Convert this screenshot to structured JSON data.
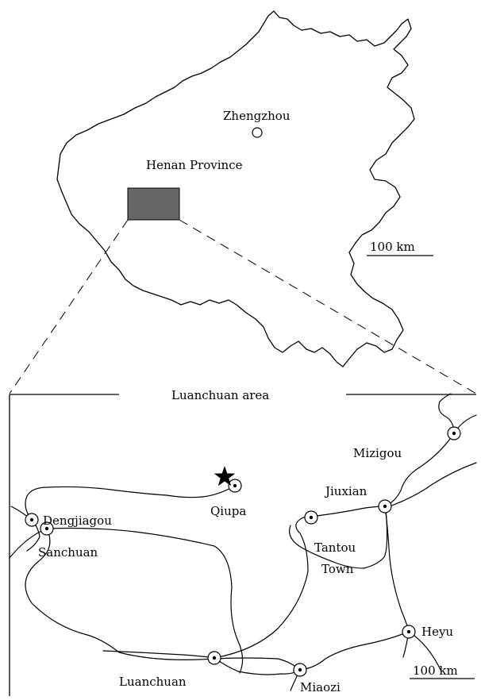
{
  "province_map": {
    "province_label": "Henan Province",
    "capital_label": "Zhengzhou",
    "scale_label": "100 km",
    "study_area_fill": "#666666"
  },
  "detail_map": {
    "title": "Luanchuan area",
    "scale_label": "100 km",
    "places": [
      {
        "label": "Mizigou"
      },
      {
        "label": "Jiuxian"
      },
      {
        "label": "Qiupa"
      },
      {
        "label": "Tantou"
      },
      {
        "label": "Town"
      },
      {
        "label": "Dengjiagou"
      },
      {
        "label": "Sanchuan"
      },
      {
        "label": "Heyu"
      },
      {
        "label": "Luanchuan"
      },
      {
        "label": "Miaozi"
      }
    ],
    "star_icon": "star-icon"
  }
}
